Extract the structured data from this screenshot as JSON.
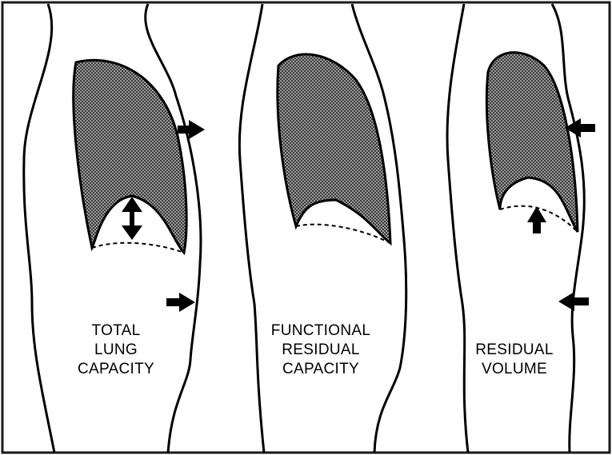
{
  "panels": [
    {
      "label_lines": [
        "TOTAL",
        "LUNG",
        "CAPACITY"
      ]
    },
    {
      "label_lines": [
        "FUNCTIONAL",
        "RESIDUAL",
        "CAPACITY"
      ]
    },
    {
      "label_lines": [
        "RESIDUAL",
        "VOLUME"
      ]
    }
  ],
  "colors": {
    "outline": "#000000",
    "background": "#ffffff",
    "lung_fill": "#8a8a8a",
    "frame": "#1a1a1a"
  },
  "icons": [
    "arrow-right-icon",
    "arrow-left-icon",
    "arrow-up-icon",
    "double-arrow-vertical-icon"
  ]
}
